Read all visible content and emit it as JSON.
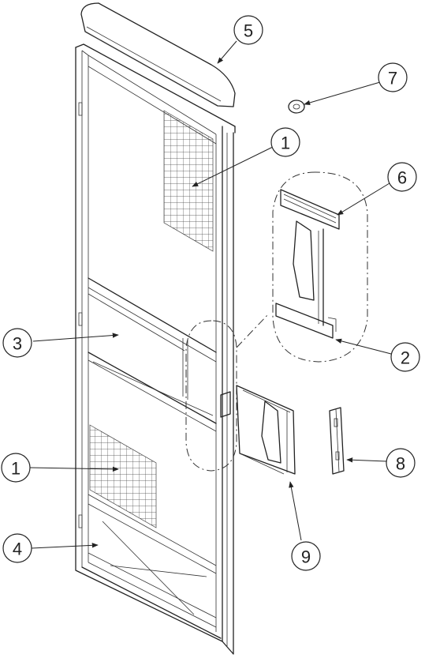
{
  "callouts": [
    {
      "id": "c5",
      "label": "5",
      "part": "top-cap"
    },
    {
      "id": "c7",
      "label": "7",
      "part": "spacer"
    },
    {
      "id": "c1a",
      "label": "1",
      "part": "screen-mesh-upper"
    },
    {
      "id": "c6",
      "label": "6",
      "part": "rail-profile"
    },
    {
      "id": "c3",
      "label": "3",
      "part": "middle-rail"
    },
    {
      "id": "c2",
      "label": "2",
      "part": "rail-profile-bottom"
    },
    {
      "id": "c1b",
      "label": "1",
      "part": "screen-mesh-lower"
    },
    {
      "id": "c8",
      "label": "8",
      "part": "bracket"
    },
    {
      "id": "c4",
      "label": "4",
      "part": "bottom-panel"
    },
    {
      "id": "c9",
      "label": "9",
      "part": "rail-insert"
    }
  ]
}
